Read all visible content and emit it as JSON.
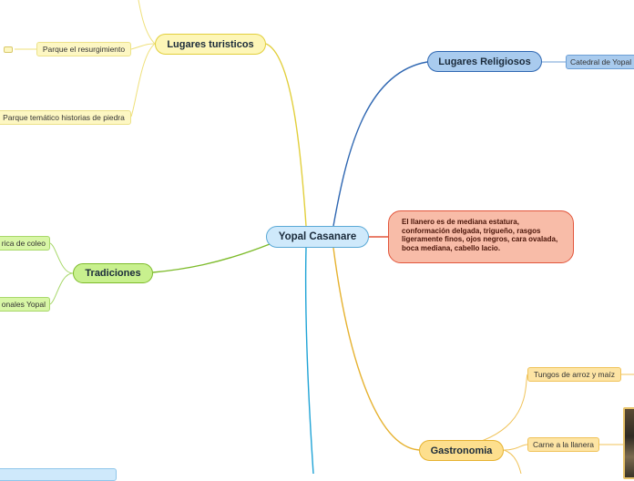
{
  "center": {
    "label": "Yopal Casanare"
  },
  "branches": {
    "turisticos": {
      "label": "Lugares turisticos",
      "items": [
        "Parque el resurgimiento",
        "Parque temático historias de piedra"
      ]
    },
    "religiosos": {
      "label": "Lugares Religiosos",
      "items": [
        "Catedral de Yopal"
      ]
    },
    "descripcion": {
      "text": "El llanero es de mediana estatura, conformación delgada, trigueño, rasgos ligeramente finos, ojos negros, cara ovalada, boca mediana, cabello lacio."
    },
    "tradiciones": {
      "label": "Tradiciones",
      "items": [
        "rica de coleo",
        "onales Yopal"
      ]
    },
    "gastronomia": {
      "label": "Gastronomia",
      "items": [
        "Tungos de arroz y maíz",
        "Carne a la llanera"
      ]
    }
  },
  "colors": {
    "turisticos": "#e2cf3c",
    "religiosos": "#2f67b2",
    "descripcion": "#e2553b",
    "tradiciones": "#7dbb2a",
    "gastronomia": "#e6b230",
    "bottom": "#1fa3d6"
  },
  "icons": {
    "image_thumbnail": "photo-thumbnail"
  }
}
